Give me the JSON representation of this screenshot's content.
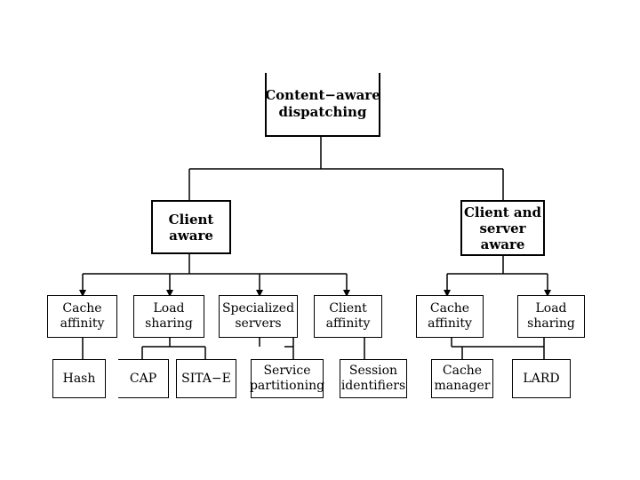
{
  "diagram": {
    "root": "Content−aware\ndispatching",
    "categories": [
      "Client\naware",
      "Client and\nserver\n  aware"
    ],
    "policies": [
      "Cache\naffinity",
      "Load\nsharing",
      "Specialized\nservers",
      "Client\naffinity",
      "Cache\naffinity",
      "Load\nsharing"
    ],
    "mechanisms": [
      "Hash",
      "CAP",
      "SITA−E",
      "Service\npartitioning",
      "Session\nidentifiers",
      "Cache\nmanager",
      "LARD"
    ]
  }
}
